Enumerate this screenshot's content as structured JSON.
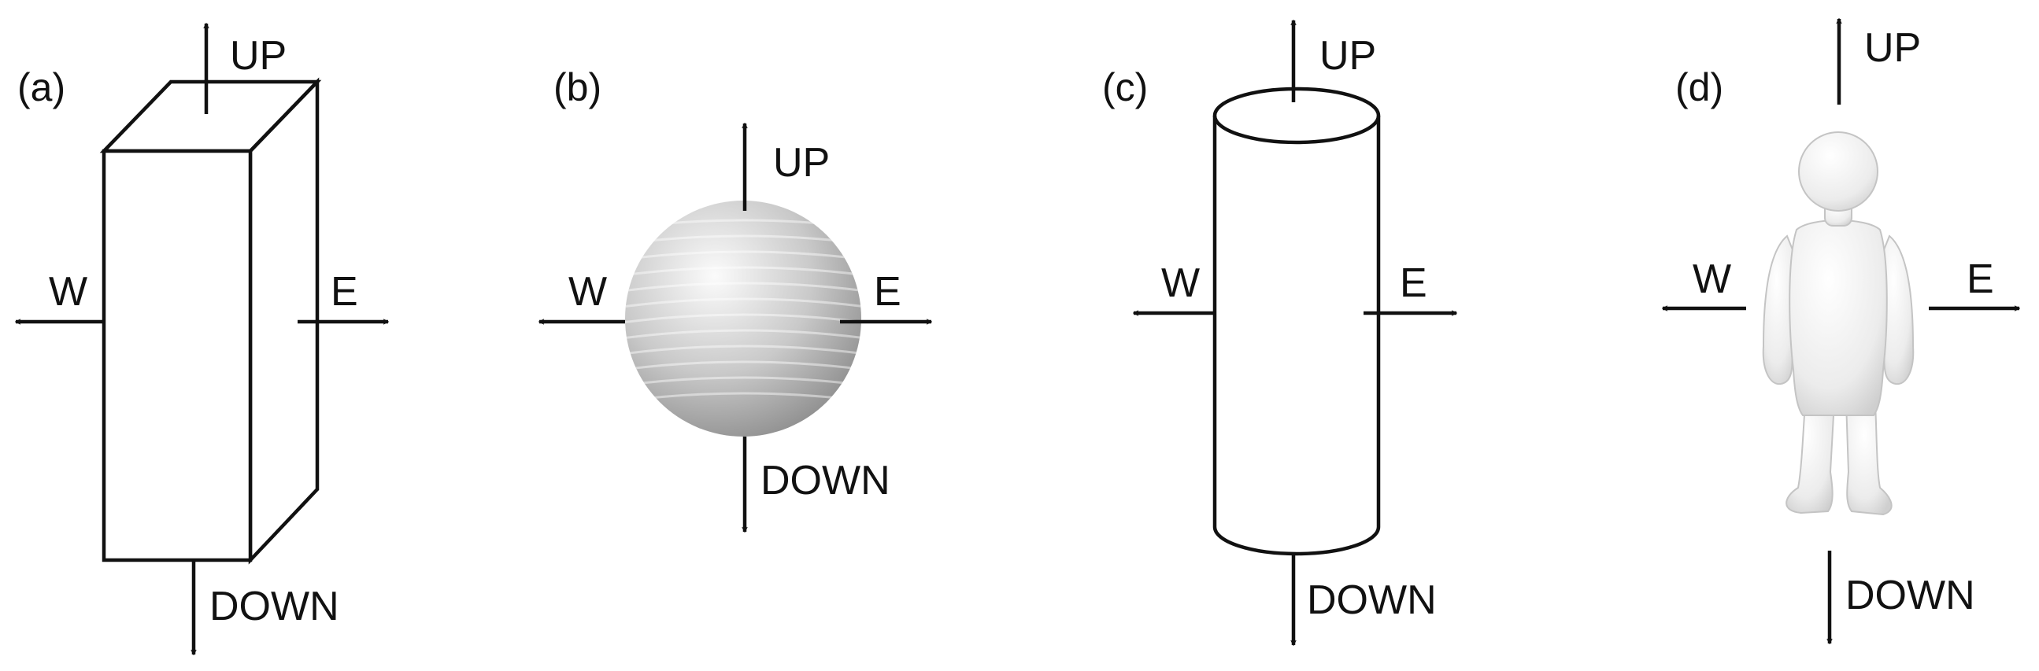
{
  "panels": [
    {
      "id": "a",
      "label": "(a)",
      "shape": "rectangular-box"
    },
    {
      "id": "b",
      "label": "(b)",
      "shape": "sphere"
    },
    {
      "id": "c",
      "label": "(c)",
      "shape": "cylinder"
    },
    {
      "id": "d",
      "label": "(d)",
      "shape": "human-figure"
    }
  ],
  "directions": {
    "up": "UP",
    "down": "DOWN",
    "west": "W",
    "east": "E"
  },
  "colors": {
    "line": "#111111",
    "sphere_light": "#f2f2f2",
    "sphere_dark": "#8c8c8c",
    "figure": "#f4f4f4"
  }
}
